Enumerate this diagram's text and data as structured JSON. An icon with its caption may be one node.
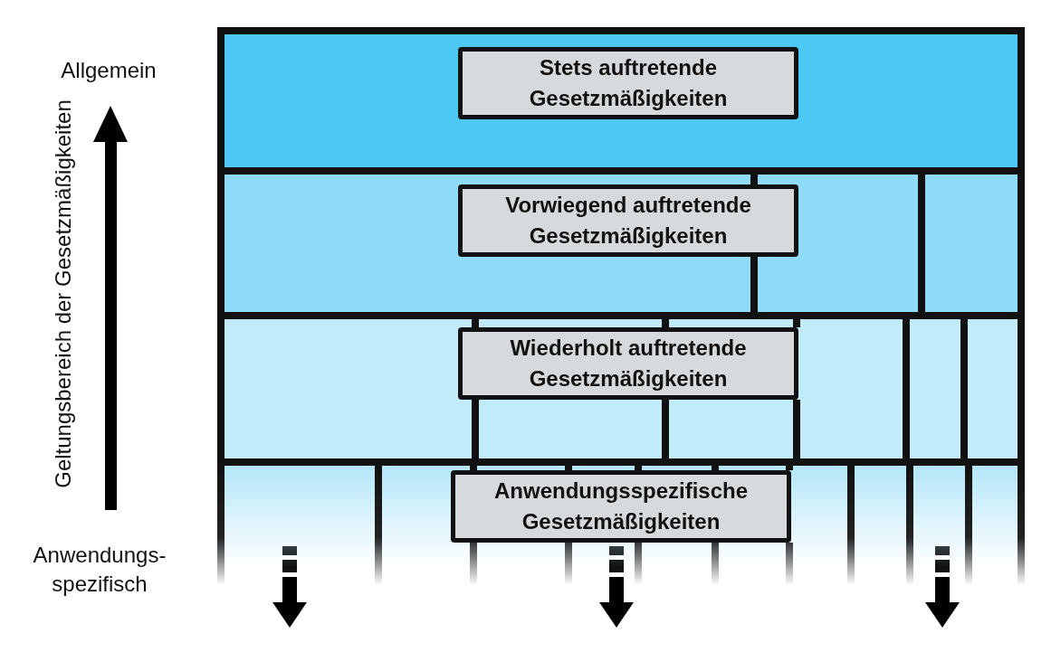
{
  "diagram": {
    "nodes": [
      {
        "text": [],
        "shape": "box"
      },
      {
        "text": [
          "Stets auftretende Gesetzmäßigkeiten"
        ],
        "in": 0
      },
      {
        "text": [],
        "shape": "box"
      },
      {
        "text": [
          "Vorwiegend auftretende Gesetzmäßigkeiten"
        ],
        "in": 2
      },
      {
        "text": [],
        "shape": "box"
      },
      {
        "text": [
          "Wiederholt auftretende Gesetzmäßigkeiten"
        ],
        "in": 4
      },
      {
        "text": [],
        "shape": "box"
      },
      {
        "text": [
          "Anwendungsspezifische Gesetzmäßigkeiten"
        ],
        "in": 6
      }
    ],
    "edges": [],
    "labels": [
      "Allgemein",
      "Geltungsbereich der Gesetzmäßigkeiten",
      "Anwendungs- spezifisch"
    ]
  }
}
